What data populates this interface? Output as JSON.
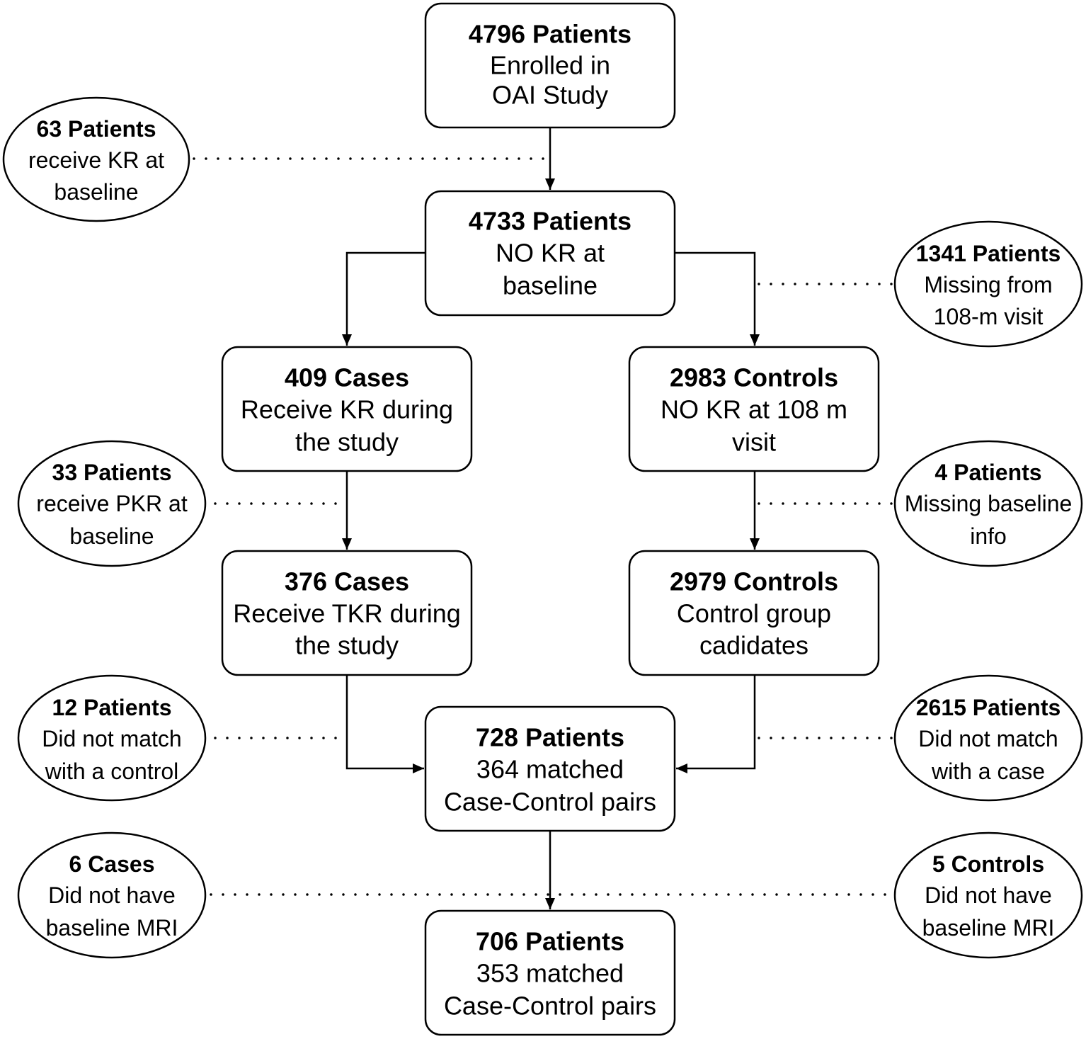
{
  "boxes": [
    {
      "title": "4796 Patients",
      "line1": "Enrolled in",
      "line2": "OAI Study"
    },
    {
      "title": "4733 Patients",
      "line1": "NO KR at",
      "line2": "baseline"
    },
    {
      "title": "409 Cases",
      "line1": "Receive KR during",
      "line2": "the study"
    },
    {
      "title": "2983 Controls",
      "line1": "NO KR at 108 m",
      "line2": "visit"
    },
    {
      "title": "376 Cases",
      "line1": "Receive TKR during",
      "line2": "the study"
    },
    {
      "title": "2979 Controls",
      "line1": "Control group",
      "line2": "cadidates"
    },
    {
      "title": "728 Patients",
      "line1": "364 matched",
      "line2": "Case-Control pairs"
    },
    {
      "title": "706 Patients",
      "line1": "353 matched",
      "line2": "Case-Control pairs"
    }
  ],
  "exclusions": [
    {
      "title": "63 Patients",
      "line1": "receive KR at",
      "line2": "baseline"
    },
    {
      "title": "1341 Patients",
      "line1": "Missing from",
      "line2": "108-m visit"
    },
    {
      "title": "33 Patients",
      "line1": "receive PKR at",
      "line2": "baseline"
    },
    {
      "title": "4 Patients",
      "line1": "Missing baseline",
      "line2": "info"
    },
    {
      "title": "12 Patients",
      "line1": "Did not match",
      "line2": "with a control"
    },
    {
      "title": "2615 Patients",
      "line1": "Did not match",
      "line2": "with a case"
    },
    {
      "title": "6 Cases",
      "line1": "Did not have",
      "line2": "baseline MRI"
    },
    {
      "title": "5 Controls",
      "line1": "Did not have",
      "line2": "baseline MRI"
    }
  ]
}
